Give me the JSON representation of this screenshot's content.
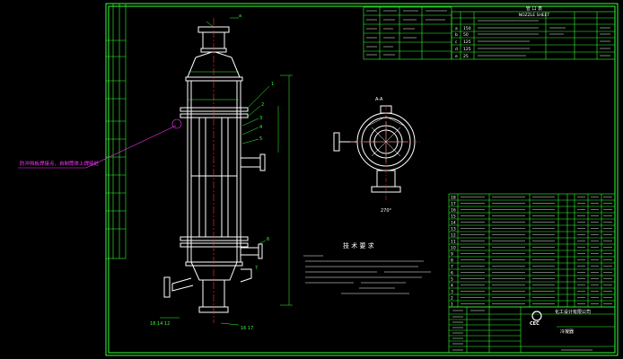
{
  "colors": {
    "background": "#000000",
    "frame": "#33ff33",
    "geometry": "#ffffff",
    "center_line": "#ff3333",
    "annotation": "#ff33ff",
    "dimension": "#33ff33"
  },
  "nozzle_table": {
    "title": "管 口 表",
    "subtitle": "NOZZLE SHEET",
    "rows": [
      {
        "id": "a",
        "dn": "150"
      },
      {
        "id": "b",
        "dn": "50"
      },
      {
        "id": "c",
        "dn": "125"
      },
      {
        "id": "d",
        "dn": "125"
      },
      {
        "id": "e",
        "dn": "25"
      }
    ]
  },
  "section": {
    "label": "A-A",
    "angle": "270°"
  },
  "callout": {
    "text": "防冲挡板焊接点，自制筒体上焊接处"
  },
  "tech_req": {
    "title": "技 术 要 求"
  },
  "parts_list": {
    "rows": [
      {
        "no": "18"
      },
      {
        "no": "17"
      },
      {
        "no": "16"
      },
      {
        "no": "15"
      },
      {
        "no": "14"
      },
      {
        "no": "13"
      },
      {
        "no": "12"
      },
      {
        "no": "11"
      },
      {
        "no": "10"
      },
      {
        "no": "9"
      },
      {
        "no": "8"
      },
      {
        "no": "7"
      },
      {
        "no": "6"
      },
      {
        "no": "5"
      },
      {
        "no": "4"
      },
      {
        "no": "3"
      },
      {
        "no": "2"
      },
      {
        "no": "1"
      }
    ]
  },
  "title_block": {
    "company": "化工设计有限公司",
    "logo": "CEC",
    "drawing_name": "冷凝器"
  },
  "dims": {
    "top_nozzle": "a",
    "d1": "1",
    "d2": "2",
    "d3": "3",
    "d4": "4",
    "d5": "5",
    "d6": "6",
    "d7": "7",
    "bottom_left": "18 14 12",
    "bottom_right": "16 17"
  }
}
